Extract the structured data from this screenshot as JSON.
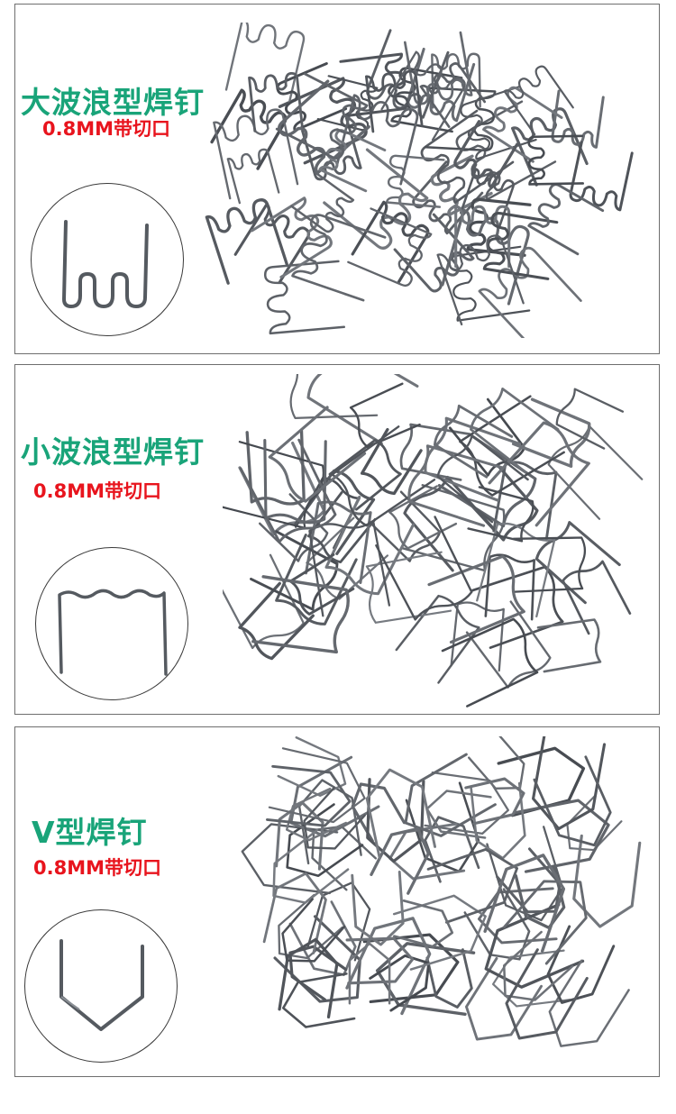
{
  "panels": [
    {
      "title": "大波浪型焊钉",
      "spec": "0.8MM带切口",
      "icon": "big-wave-staple-icon"
    },
    {
      "title": "小波浪型焊钉",
      "spec": "0.8MM带切口",
      "icon": "small-wave-staple-icon"
    },
    {
      "title": "V型焊钉",
      "spec": "0.8MM带切口",
      "icon": "v-staple-icon"
    }
  ],
  "colors": {
    "title": "#19a479",
    "spec": "#e8141d",
    "wire": "#555a60",
    "border": "#6e6e6e"
  }
}
